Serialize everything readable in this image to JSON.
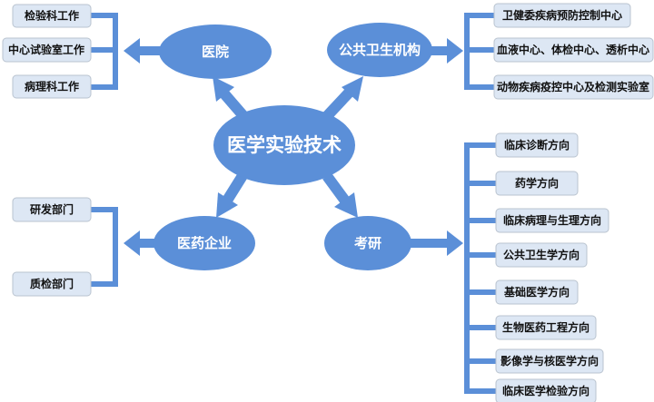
{
  "center": "医学实验技术",
  "hospital": {
    "label": "医院",
    "items": [
      "检验科工作",
      "中心试验室工作",
      "病理科工作"
    ]
  },
  "public_health": {
    "label": "公共卫生机构",
    "items": [
      "卫健委疾病预防控制中心",
      "血液中心、体检中心、透析中心",
      "动物疾病疫控中心及检测实验室"
    ]
  },
  "pharma": {
    "label": "医药企业",
    "items": [
      "研发部门",
      "质检部门"
    ]
  },
  "postgrad": {
    "label": "考研",
    "items": [
      "临床诊断方向",
      "药学方向",
      "临床病理与生理方向",
      "公共卫生学方向",
      "基础医学方向",
      "生物医药工程方向",
      "影像学与核医学方向",
      "临床医学检验方向"
    ]
  },
  "colors": {
    "node": "#5b8fd8",
    "box": "#dde7f4"
  }
}
